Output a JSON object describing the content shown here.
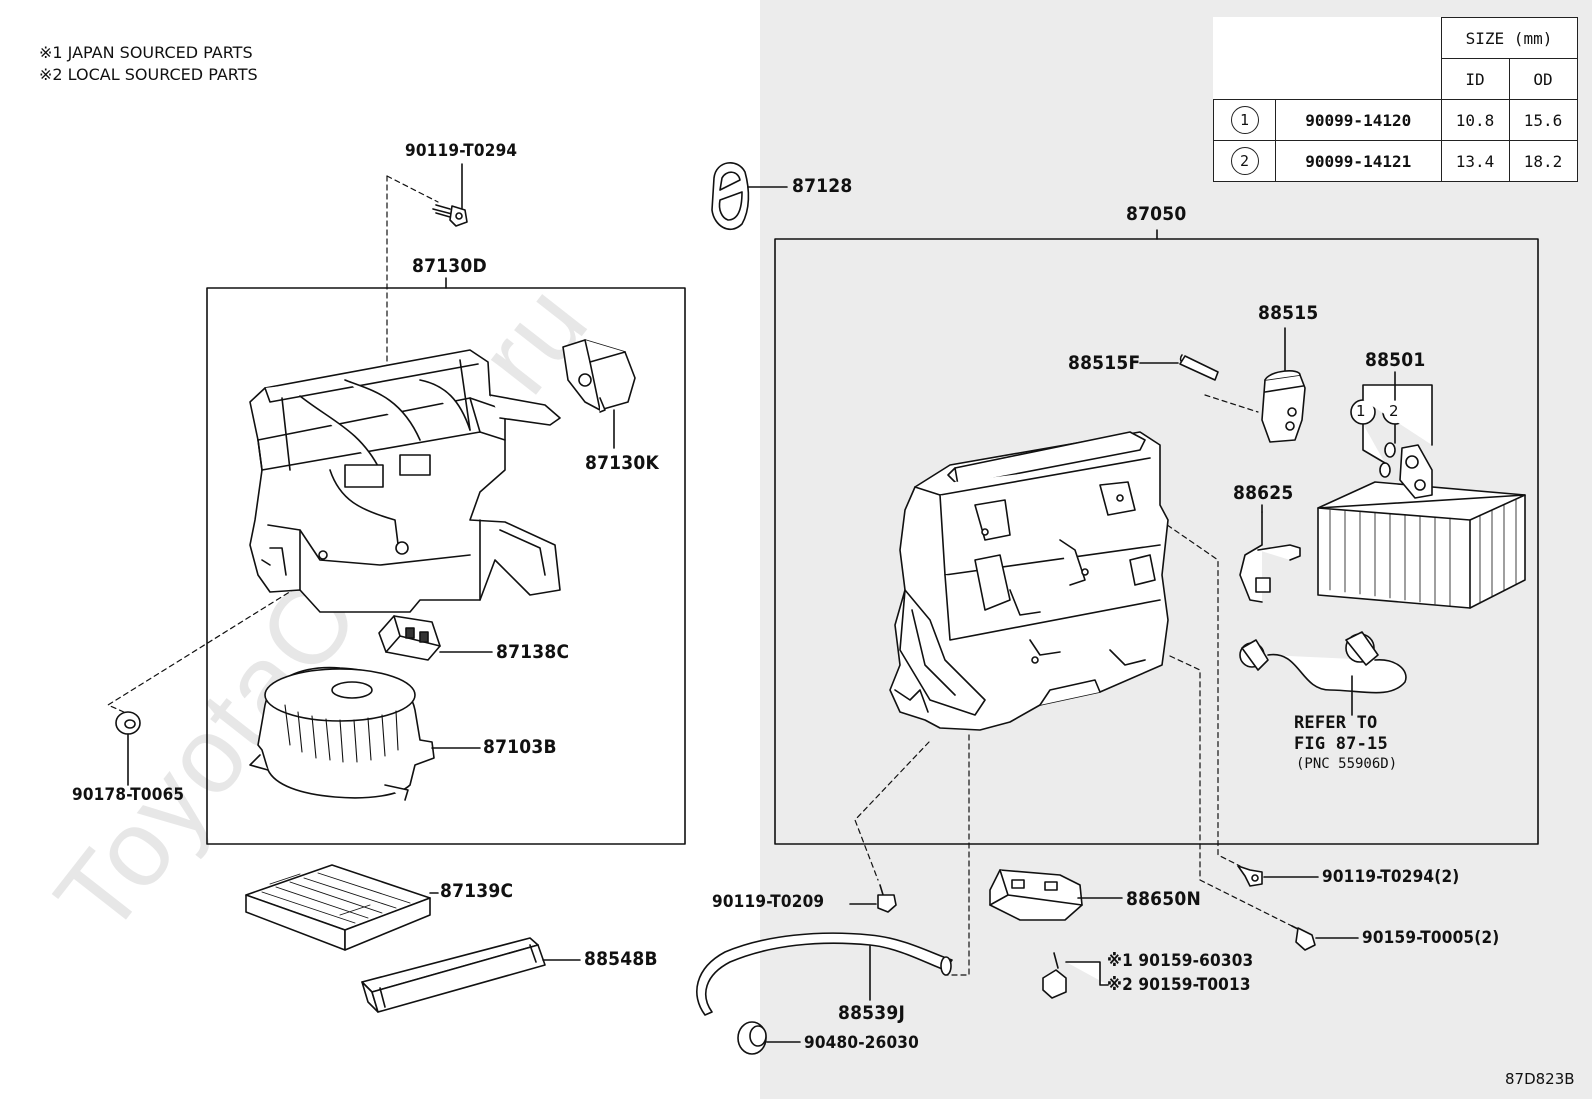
{
  "notes": {
    "japan": "※1 JAPAN SOURCED PARTS",
    "local": "※2 LOCAL SOURCED PARTS"
  },
  "size_table": {
    "header": "SIZE (mm)",
    "col_id": "ID",
    "col_od": "OD",
    "rows": [
      {
        "mark": "1",
        "part": "90099-14120",
        "id": "10.8",
        "od": "15.6"
      },
      {
        "mark": "2",
        "part": "90099-14121",
        "id": "13.4",
        "od": "18.2"
      }
    ]
  },
  "parts": {
    "p90119_t0294": "90119-T0294",
    "p87130d": "87130D",
    "p87130k": "87130K",
    "p87138c": "87138C",
    "p87103b": "87103B",
    "p90178_t0065": "90178-T0065",
    "p87139c": "87139C",
    "p88548b": "88548B",
    "p87128": "87128",
    "p87050": "87050",
    "p88515": "88515",
    "p88515f": "88515F",
    "p88501": "88501",
    "p88625": "88625",
    "p90119_t0209": "90119-T0209",
    "p88650n": "88650N",
    "p90119_t0294_2": "90119-T0294(2)",
    "p90159_t0005_2": "90159-T0005(2)",
    "p90159_60303": "※1 90159-60303",
    "p90159_t0013": "※2 90159-T0013",
    "p88539j": "88539J",
    "p90480_26030": "90480-26030",
    "o_1": "1",
    "o_2": "2"
  },
  "refer": {
    "line1": "REFER TO",
    "line2": "FIG 87-15",
    "line3": "(PNC 55906D)"
  },
  "watermark": "ToyotaOnline.ru",
  "figure_code": "87D823B"
}
